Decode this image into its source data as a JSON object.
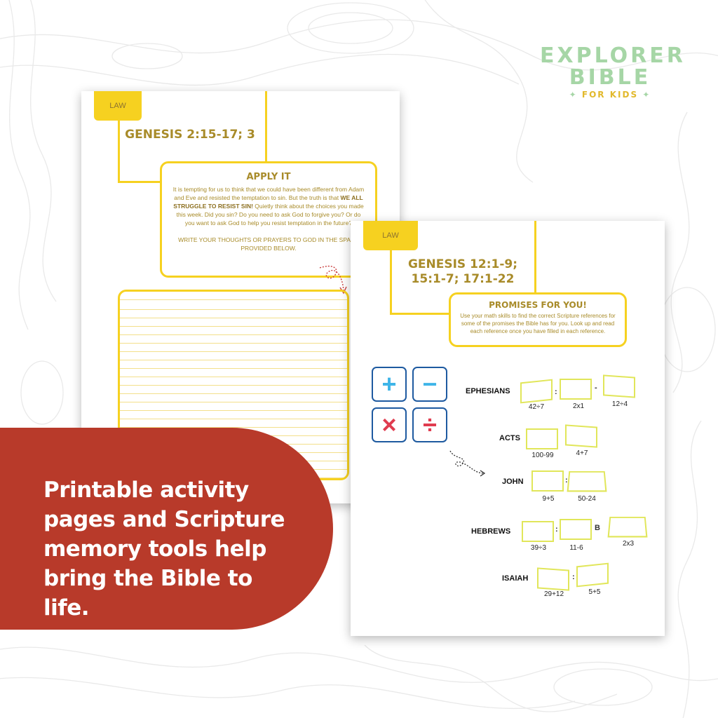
{
  "logo": {
    "line1": "EXPLORER",
    "line2": "BIBLE",
    "line3": "FOR KIDS",
    "color": "#a6d6a6",
    "accent": "#e2b92c"
  },
  "page1": {
    "tab": "LAW",
    "title": "GENESIS 2:15-17; 3",
    "box_title": "APPLY IT",
    "body_1": "It is tempting for us to think that we could have been different from Adam and Eve and resisted the temptation to sin. But the truth is that",
    "body_bold": "WE ALL STRUGGLE TO RESIST SIN!",
    "body_2": "Quietly think about the choices you made this week. Did you sin? Do you need to ask God to forgive you? Or do you want to ask God to help you resist temptation in the future?",
    "instruction": "WRITE YOUR THOUGHTS OR PRAYERS TO GOD IN THE SPACE PROVIDED BELOW."
  },
  "page2": {
    "tab": "LAW",
    "title_line1": "GENESIS 12:1-9;",
    "title_line2": "15:1-7; 17:1-22",
    "box_title": "PROMISES FOR YOU!",
    "box_text": "Use your math skills to find the correct Scripture references for some of the promises the Bible has for you. Look up and read each reference once you have filled in each reference.",
    "operators": [
      "+",
      "−",
      "×",
      "÷"
    ],
    "refs": [
      {
        "book": "EPHESIANS",
        "p1": "42÷7",
        "sep1": ":",
        "p2": "2x1",
        "sep2": "-",
        "p3": "12÷4"
      },
      {
        "book": "ACTS",
        "p1": "100-99",
        "p2": "4+7"
      },
      {
        "book": "JOHN",
        "p1": "9+5",
        "sep1": ":",
        "p2": "50-24"
      },
      {
        "book": "HEBREWS",
        "p1": "39÷3",
        "sep1": ":",
        "p2": "11-6",
        "sep2": "B",
        "p3": "2x3"
      },
      {
        "book": "ISAIAH",
        "p1": "29+12",
        "sep1": ":",
        "p2": "5+5"
      }
    ]
  },
  "tagline": "Printable activity pages and Scripture memory tools help bring the Bible to life.",
  "colors": {
    "banner": "#b83a2a",
    "yellow": "#f6d120",
    "gold_text": "#a88b29",
    "plus_minus": "#3fb5e8",
    "times_divide": "#e03c4f",
    "slot_border": "#e1e65a"
  }
}
